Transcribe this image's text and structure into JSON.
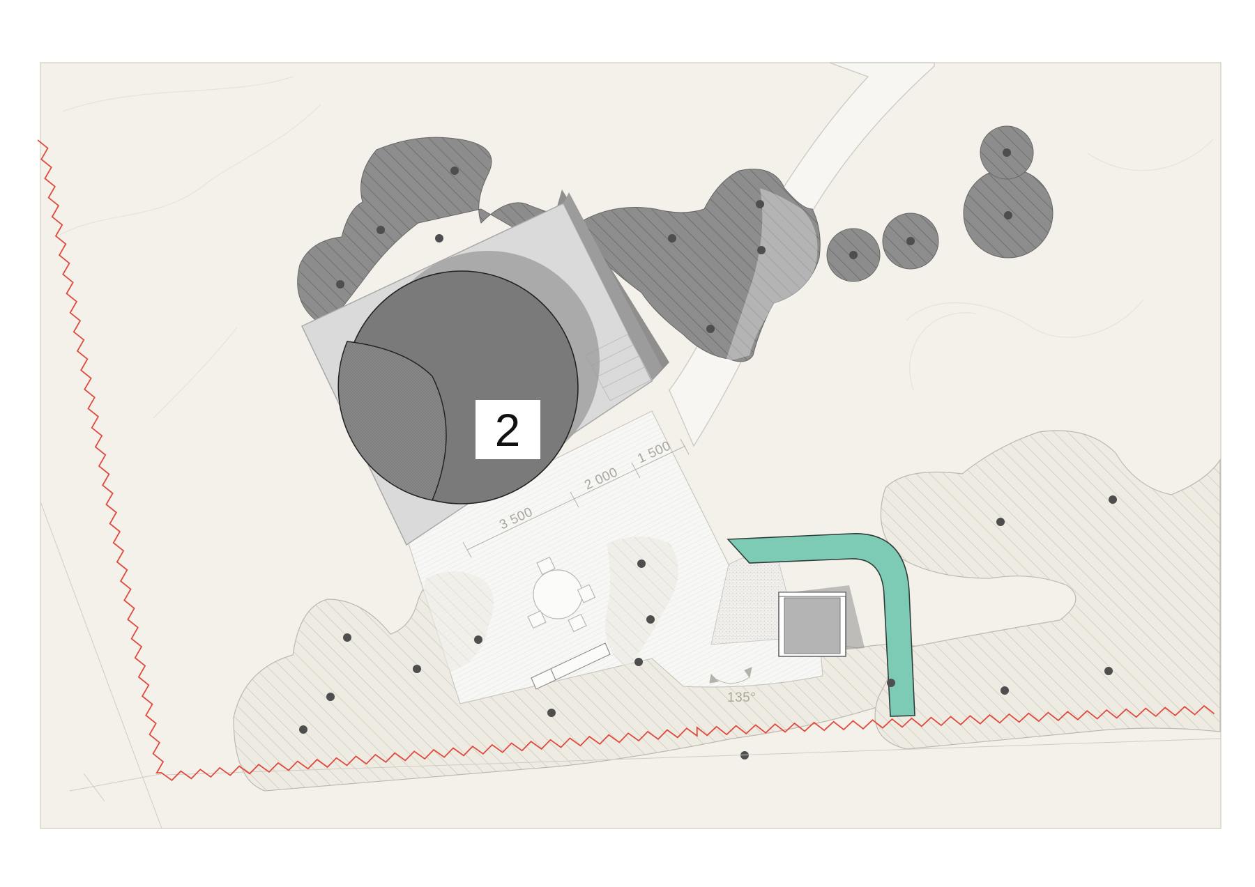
{
  "site_plan": {
    "building_label": "2",
    "dimensions": [
      "3 500",
      "2 000",
      "1 500"
    ],
    "angle": "135°"
  },
  "colors": {
    "background": "#f3f1ea",
    "boundary": "#e0483c",
    "path": "#7dcbb5",
    "tree_canopy": "#8a8a8a",
    "tank": "#7a7a7a"
  }
}
